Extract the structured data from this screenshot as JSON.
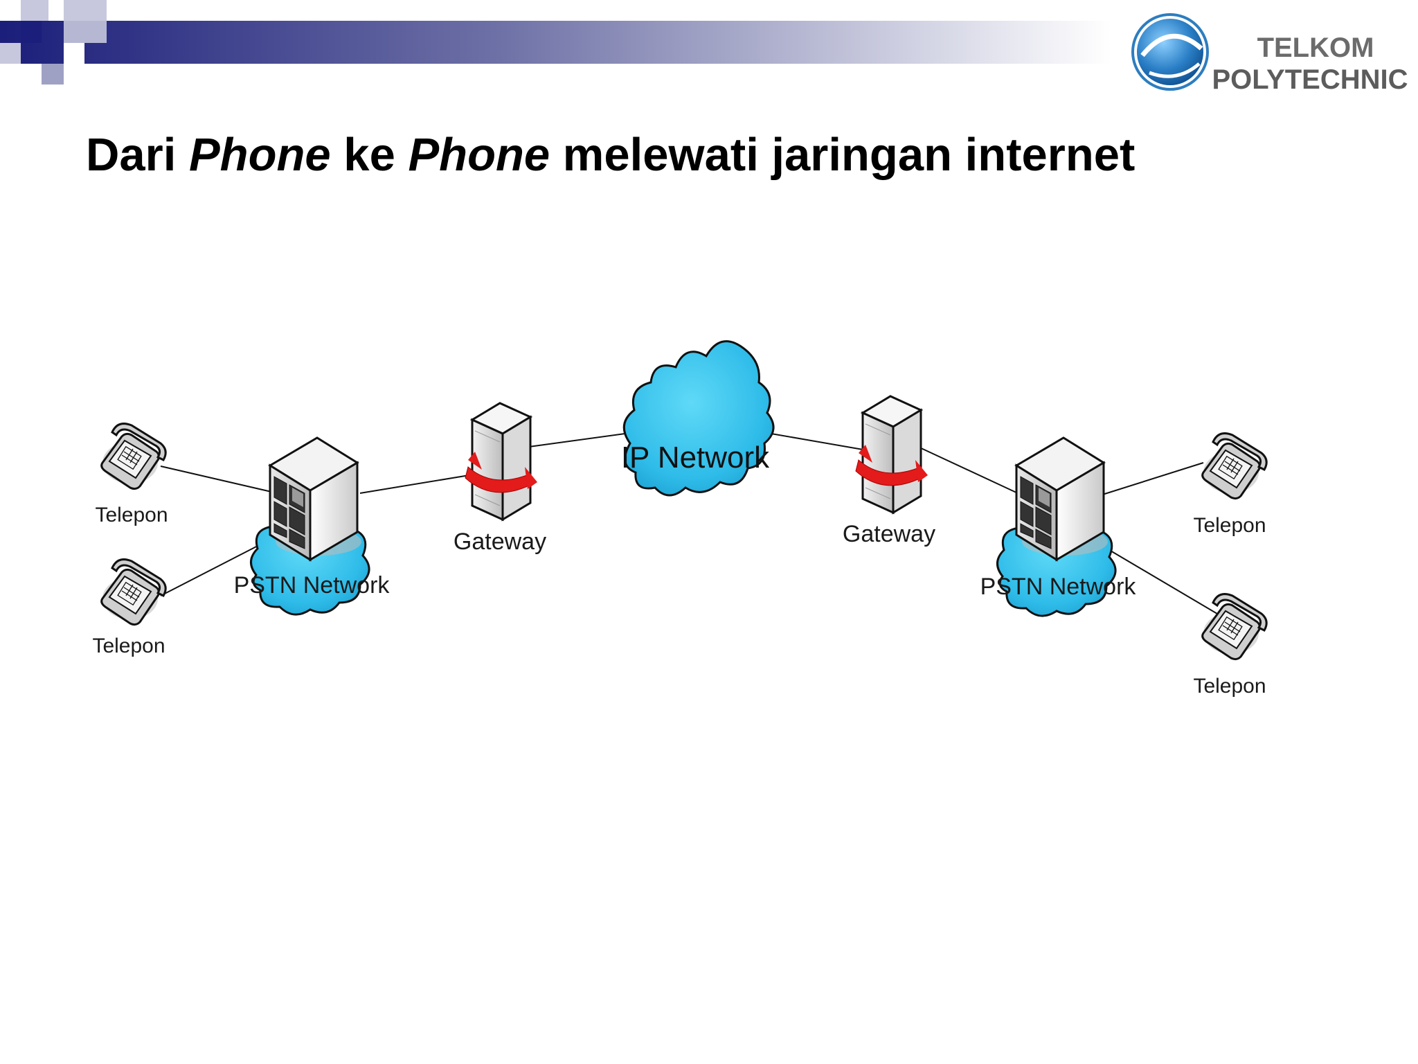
{
  "title": {
    "part1": "Dari ",
    "part2": "Phone",
    "part3": " ke ",
    "part4": "Phone",
    "part5": " melewati jaringan internet"
  },
  "logo": {
    "line1": "TELKOM",
    "line2": "POLYTECHNIC",
    "icon": "telkom-globe-icon"
  },
  "diagram": {
    "ip_cloud_label": "IP Network",
    "left": {
      "phone_top_label": "Telepon",
      "phone_bottom_label": "Telepon",
      "pstn_label": "PSTN Network",
      "gateway_label": "Gateway"
    },
    "right": {
      "phone_top_label": "Telepon",
      "phone_bottom_label": "Telepon",
      "pstn_label": "PSTN Network",
      "gateway_label": "Gateway"
    }
  },
  "colors": {
    "header_gradient_start": "#1b1e7a",
    "header_gradient_end": "#ffffff",
    "cloud_fill": "#37c3ec",
    "gateway_arrow": "#e31b1b",
    "logo_blue": "#2d7dbf",
    "logo_text": "#6b6b6b"
  }
}
